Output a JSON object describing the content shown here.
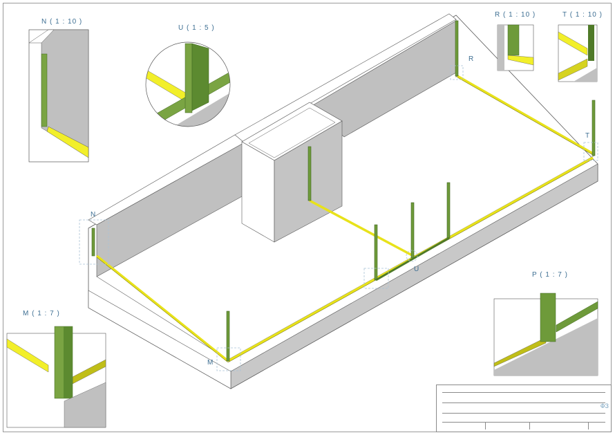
{
  "drawing": {
    "type": "isometric assembly drawing",
    "colors": {
      "wall_face": "#c2c2c2",
      "wall_top": "#ffffff",
      "profile_green": "#6e9a3a",
      "profile_green_dark": "#4f7a28",
      "track_yellow": "#f2ef2a",
      "label_blue": "#3e6f93",
      "callout_box": "#a9c2d6",
      "line": "#555555"
    },
    "callouts": [
      {
        "id": "N",
        "label": "N"
      },
      {
        "id": "R",
        "label": "R"
      },
      {
        "id": "T",
        "label": "T"
      },
      {
        "id": "U",
        "label": "U"
      },
      {
        "id": "M",
        "label": "M"
      }
    ]
  },
  "details": [
    {
      "id": "N",
      "title": "N ( 1 : 10 )"
    },
    {
      "id": "U",
      "title": "U ( 1 : 5 )"
    },
    {
      "id": "R",
      "title": "R ( 1 : 10 )"
    },
    {
      "id": "T",
      "title": "T ( 1 : 10 )"
    },
    {
      "id": "M",
      "title": "M ( 1 : 7 )"
    },
    {
      "id": "P",
      "title": "P ( 1 : 7 )"
    }
  ],
  "title_block": {
    "rows": [
      "",
      "",
      "",
      ""
    ],
    "logo": "ФЗ"
  }
}
